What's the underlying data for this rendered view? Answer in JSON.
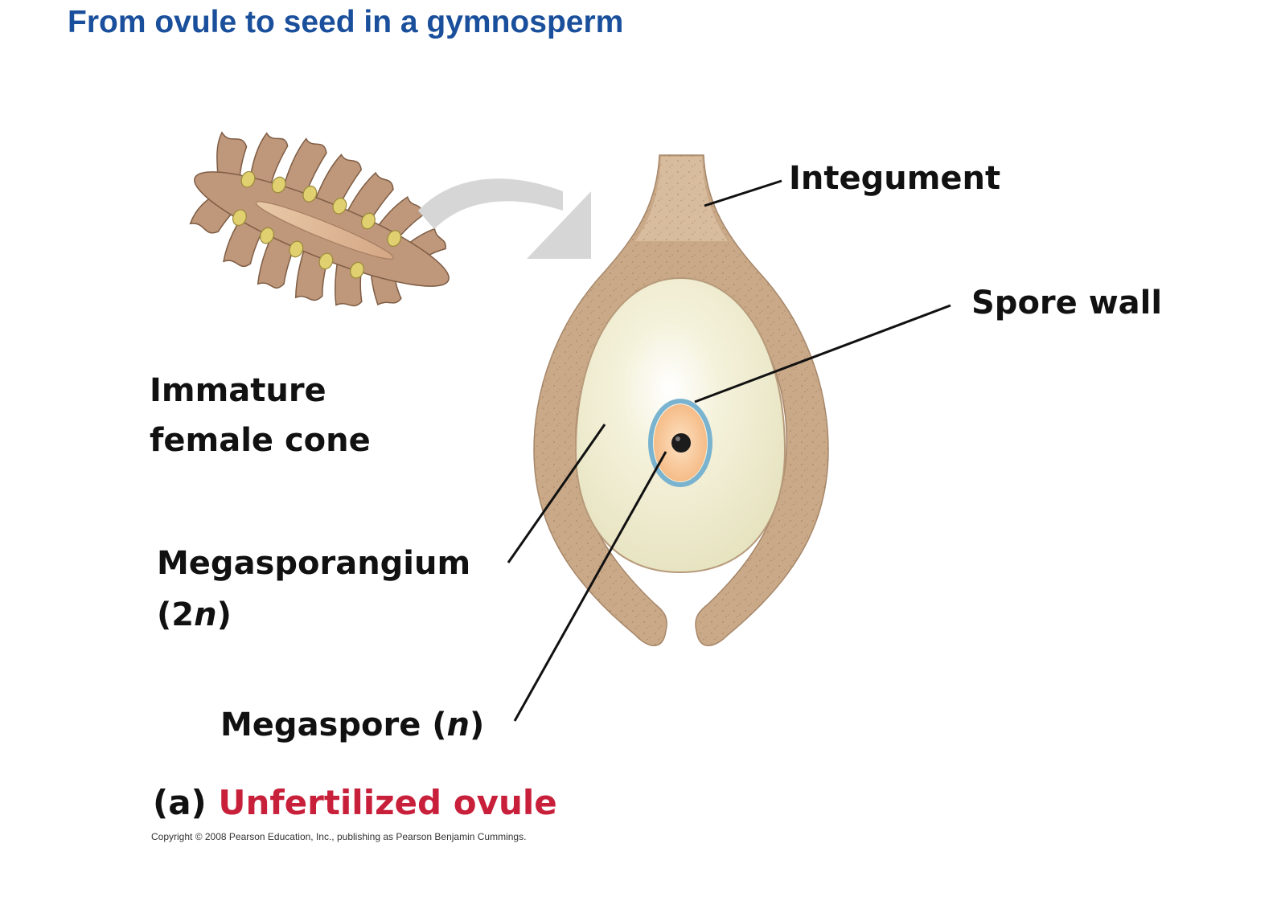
{
  "title": "From ovule to seed in a gymnosperm",
  "labels": {
    "cone_line1": "Immature",
    "cone_line2": "female cone",
    "integument": "Integument",
    "spore_wall": "Spore wall",
    "megasporangium_line1": "Megasporangium",
    "megasporangium_open": "(2",
    "megasporangium_n": "n",
    "megasporangium_close": ")",
    "megaspore_text": "Megaspore (",
    "megaspore_n": "n",
    "megaspore_close": ")"
  },
  "caption": {
    "prefix": "(a) ",
    "text": "Unfertilized ovule"
  },
  "copyright": "Copyright © 2008 Pearson Education, Inc., publishing as Pearson Benjamin Cummings.",
  "colors": {
    "title": "#1a4f9c",
    "caption_accent": "#c8203a",
    "integument": "#c7a786",
    "megasporangium": "#f1eed2",
    "spore_wall": "#7ab3cf",
    "megaspore": "#f6c38f",
    "nucleus": "#1c1c1c",
    "arrow": "#d6d6d6"
  }
}
